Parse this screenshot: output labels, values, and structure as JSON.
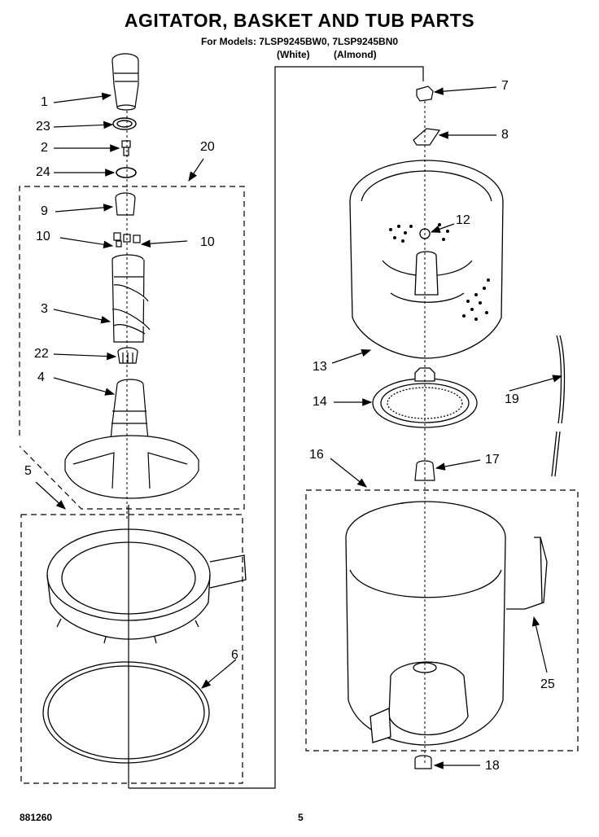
{
  "header": {
    "title": "AGITATOR, BASKET AND TUB PARTS",
    "models": "For Models: 7LSP9245BW0, 7LSP9245BN0",
    "color_white": "(White)",
    "color_almond": "(Almond)"
  },
  "callouts": {
    "c1": "1",
    "c23": "23",
    "c2": "2",
    "c24": "24",
    "c20": "20",
    "c9": "9",
    "c10a": "10",
    "c10b": "10",
    "c3": "3",
    "c22": "22",
    "c4": "4",
    "c5": "5",
    "c6": "6",
    "c7": "7",
    "c8": "8",
    "c12": "12",
    "c13": "13",
    "c14": "14",
    "c19": "19",
    "c16": "16",
    "c17": "17",
    "c25": "25",
    "c18": "18"
  },
  "footer": {
    "code": "881260",
    "page": "5"
  }
}
